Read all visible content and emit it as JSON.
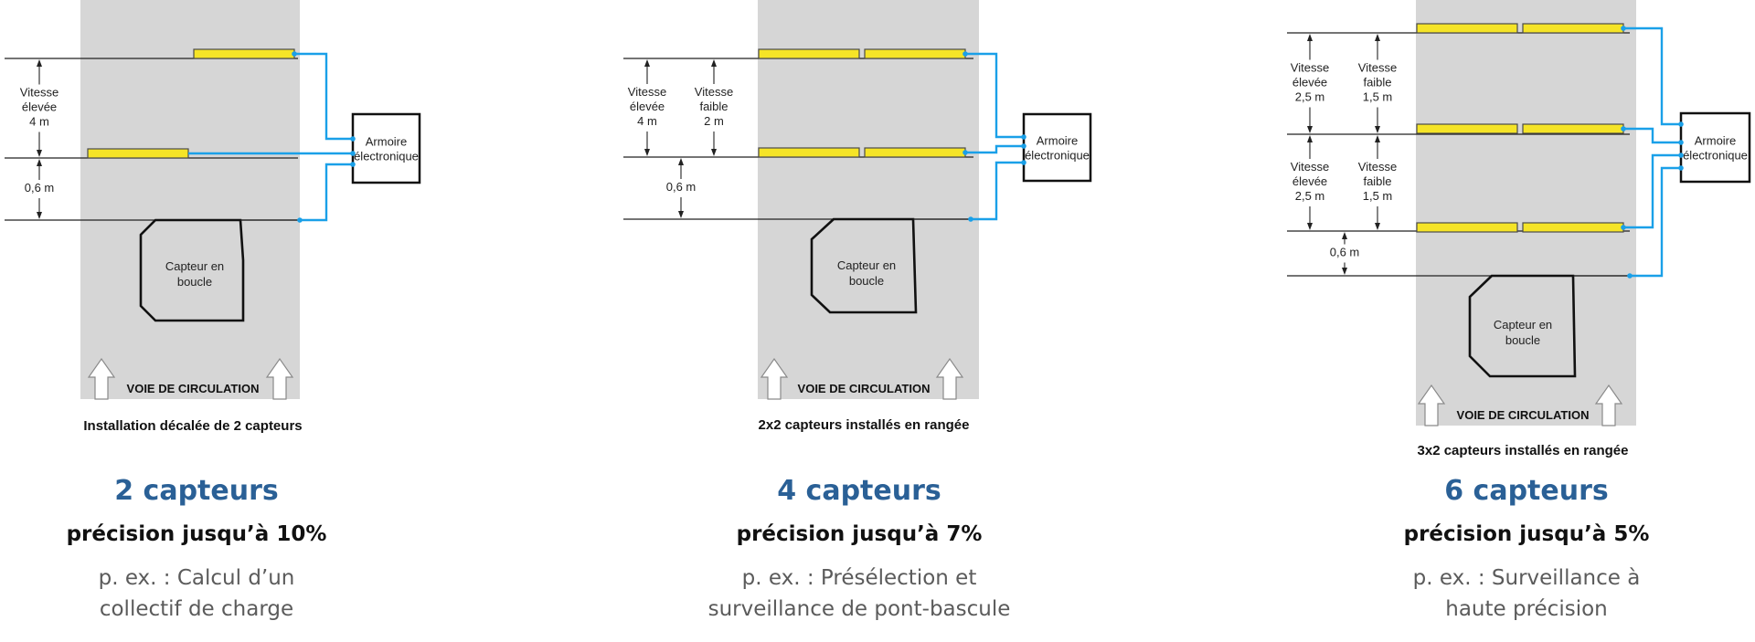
{
  "colors": {
    "lane": "#d6d6d6",
    "sensor_fill": "#f5e427",
    "sensor_stroke": "#4a4a4a",
    "wire": "#1aa0e8",
    "heading_blue": "#2a6096",
    "example_gray": "#5b5b5b"
  },
  "icons": [
    "up-arrow-icon"
  ],
  "panels": [
    {
      "caption": "Installation décalée de 2 capteurs",
      "lane_label": "VOIE DE CIRCULATION",
      "cabinet_label": [
        "Armoire",
        "électronique"
      ],
      "loop_label": [
        "Capteur en",
        "boucle"
      ],
      "dimensions": [
        {
          "lines": [
            "Vitesse",
            "élevée",
            "4 m"
          ]
        },
        {
          "lines": [
            "0,6 m"
          ]
        }
      ],
      "count": "2 capteurs",
      "precision": "précision jusqu’à 10%",
      "example": [
        "p. ex. : Calcul d’un",
        "collectif de charge"
      ]
    },
    {
      "caption": "2x2 capteurs installés en rangée",
      "lane_label": "VOIE DE CIRCULATION",
      "cabinet_label": [
        "Armoire",
        "électronique"
      ],
      "loop_label": [
        "Capteur en",
        "boucle"
      ],
      "dimensions": [
        {
          "lines": [
            "Vitesse",
            "élevée",
            "4 m"
          ]
        },
        {
          "lines": [
            "Vitesse",
            "faible",
            "2 m"
          ]
        },
        {
          "lines": [
            "0,6 m"
          ]
        }
      ],
      "count": "4 capteurs",
      "precision": "précision jusqu’à 7%",
      "example": [
        "p. ex. : Présélection et",
        "surveillance de pont-bascule"
      ]
    },
    {
      "caption": "3x2 capteurs installés en rangée",
      "lane_label": "VOIE DE CIRCULATION",
      "cabinet_label": [
        "Armoire",
        "électronique"
      ],
      "loop_label": [
        "Capteur en",
        "boucle"
      ],
      "dimensions": [
        {
          "lines": [
            "Vitesse",
            "élevée",
            "2,5 m"
          ]
        },
        {
          "lines": [
            "Vitesse",
            "faible",
            "1,5 m"
          ]
        },
        {
          "lines": [
            "Vitesse",
            "élevée",
            "2,5 m"
          ]
        },
        {
          "lines": [
            "Vitesse",
            "faible",
            "1,5 m"
          ]
        },
        {
          "lines": [
            "0,6 m"
          ]
        }
      ],
      "count": "6 capteurs",
      "precision": "précision jusqu’à 5%",
      "example": [
        "p. ex. : Surveillance à",
        "haute précision"
      ]
    }
  ]
}
